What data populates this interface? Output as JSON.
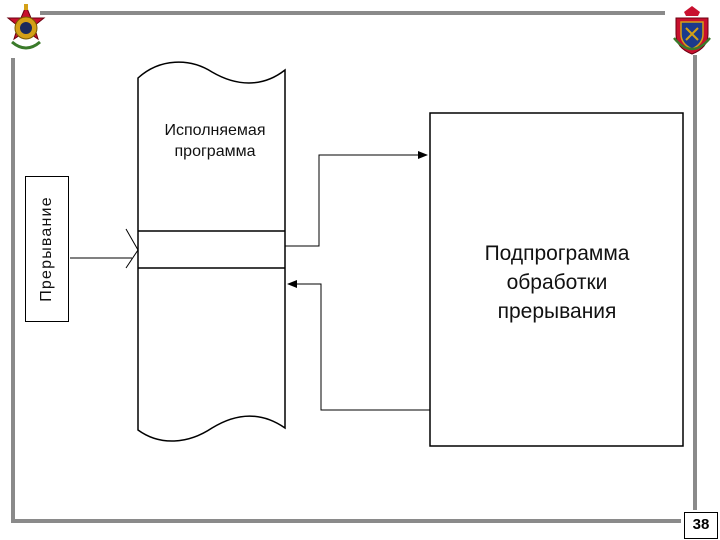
{
  "program": {
    "label_lines": [
      "Исполняемая",
      "программа"
    ]
  },
  "interrupt": {
    "label": "Прерывание"
  },
  "handler": {
    "label_lines": [
      "Подпрограмма",
      "обработки",
      "прерывания"
    ]
  },
  "page": {
    "number": "38"
  },
  "emblems": {
    "left": "military-crest-icon",
    "right": "academy-crest-icon"
  },
  "colors": {
    "frame": "#8a8a8a",
    "emblem_red": "#c8102e",
    "emblem_gold": "#d4a017"
  }
}
